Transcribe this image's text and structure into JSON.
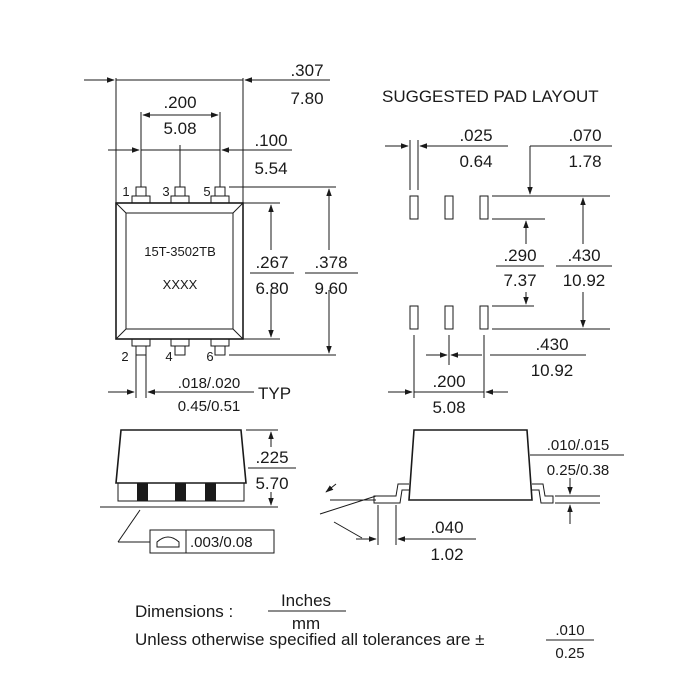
{
  "layout_title": "SUGGESTED PAD LAYOUT",
  "top_view": {
    "overall_width": {
      "inch": ".307",
      "mm": "7.80"
    },
    "pin_span": {
      "inch": ".200",
      "mm": "5.08"
    },
    "pin_pitch": {
      "inch": ".100",
      "mm": "5.54"
    },
    "body_height": {
      "inch": ".267",
      "mm": "6.80"
    },
    "overall_height": {
      "inch": ".378",
      "mm": "9.60"
    },
    "lead_width": {
      "inch": ".018/.020",
      "mm": "0.45/0.51",
      "suffix": "TYP"
    },
    "marking_line1": "15T-3502TB",
    "marking_line2": "XXXX",
    "pins_top": [
      "1",
      "3",
      "5"
    ],
    "pins_bottom": [
      "2",
      "4",
      "6"
    ]
  },
  "pad_layout": {
    "pad_width": {
      "inch": ".025",
      "mm": "0.64"
    },
    "pad_length": {
      "inch": ".070",
      "mm": "1.78"
    },
    "row_gap": {
      "inch": ".290",
      "mm": "7.37"
    },
    "row_span": {
      "inch": ".430",
      "mm": "10.92"
    },
    "row_span_outer": {
      "inch": ".430",
      "mm": "10.92"
    },
    "pitch": {
      "inch": ".200",
      "mm": "5.08"
    }
  },
  "side_view": {
    "height": {
      "inch": ".225",
      "mm": "5.70"
    },
    "coplanarity": ".003/0.08"
  },
  "end_view": {
    "lead_thickness": {
      "inch": ".010/.015",
      "mm": "0.25/0.38"
    },
    "foot_length": {
      "inch": ".040",
      "mm": "1.02"
    }
  },
  "notes": {
    "dimensions_label": "Dimensions :",
    "unit_top": "Inches",
    "unit_bottom": "mm",
    "tolerance_text": "Unless otherwise specified all tolerances are ±",
    "tolerance": {
      "inch": ".010",
      "mm": "0.25"
    }
  }
}
